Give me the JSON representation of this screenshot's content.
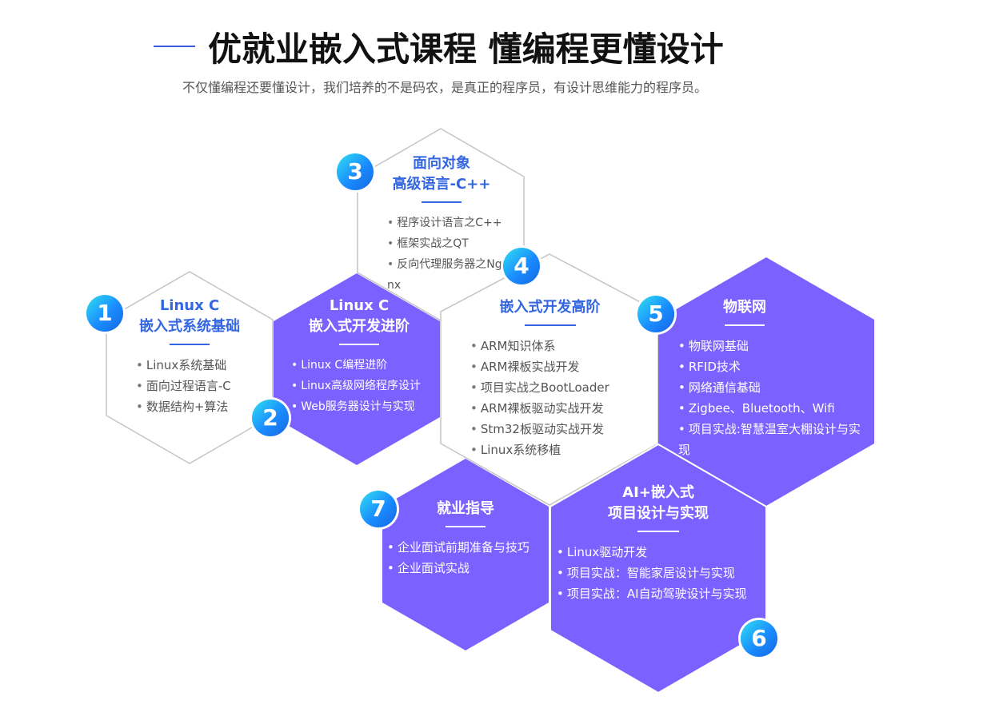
{
  "header": {
    "title": "优就业嵌入式课程 懂编程更懂设计",
    "subtitle": "不仅懂编程还要懂设计，我们培养的不是码农，是真正的程序员，有设计思维能力的程序员。"
  },
  "colors": {
    "accent_blue": "#3366e0",
    "purple": "#7b61ff",
    "hex_outline": "#c4c4c4",
    "badge_gradient": [
      "#2fe0f0",
      "#1565e0"
    ]
  },
  "modules": [
    {
      "number": "1",
      "title": [
        "Linux C",
        "嵌入式系统基础"
      ],
      "items": [
        "Linux系统基础",
        "面向过程语言-C",
        "数据结构+算法"
      ]
    },
    {
      "number": "2",
      "title": [
        "Linux C",
        "嵌入式开发进阶"
      ],
      "items": [
        "Linux C编程进阶",
        "Linux高级网络程序设计",
        "Web服务器设计与实现"
      ]
    },
    {
      "number": "3",
      "title": [
        "面向对象",
        "高级语言-C++"
      ],
      "items": [
        "程序设计语言之C++",
        "框架实战之QT",
        "反向代理服务器之Nginx"
      ]
    },
    {
      "number": "4",
      "title": [
        "嵌入式开发高阶"
      ],
      "items": [
        "ARM知识体系",
        "ARM裸板实战开发",
        "项目实战之BootLoader",
        "ARM裸板驱动实战开发",
        "Stm32板驱动实战开发",
        "Linux系统移植"
      ]
    },
    {
      "number": "5",
      "title": [
        "物联网"
      ],
      "items": [
        "物联网基础",
        "RFID技术",
        "网络通信基础",
        "Zigbee、Bluetooth、Wifi",
        "项目实战:智慧温室大棚设计与实现"
      ]
    },
    {
      "number": "6",
      "title": [
        "AI+嵌入式",
        "项目设计与实现"
      ],
      "items": [
        "Linux驱动开发",
        "项目实战：智能家居设计与实现",
        "项目实战：AI自动驾驶设计与实现"
      ]
    },
    {
      "number": "7",
      "title": [
        "就业指导"
      ],
      "items": [
        "企业面试前期准备与技巧",
        "企业面试实战"
      ]
    }
  ]
}
